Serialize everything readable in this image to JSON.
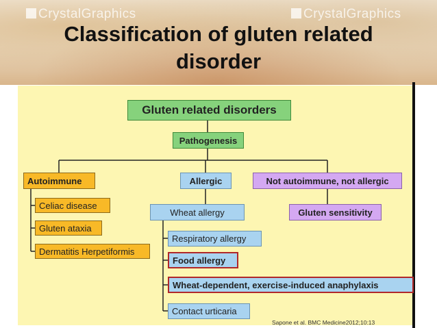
{
  "slide": {
    "title": "Classification of gluten related disorder",
    "watermark_left": "CrystalGraphics",
    "watermark_right": "CrystalGraphics",
    "citation": "Sapone et al. BMC Medicine2012;10:13"
  },
  "diagram": {
    "root": "Gluten related disorders",
    "pathogenesis": "Pathogenesis",
    "branches": {
      "autoimmune": {
        "label": "Autoimmune",
        "children": [
          "Celiac disease",
          "Gluten ataxia",
          "Dermatitis Herpetiformis"
        ]
      },
      "allergic": {
        "label": "Allergic",
        "sub": "Wheat allergy",
        "children": [
          "Respiratory allergy",
          "Food allergy",
          "Wheat-dependent, exercise-induced anaphylaxis",
          "Contact urticaria"
        ]
      },
      "neither": {
        "label": "Not autoimmune, not allergic",
        "child": "Gluten sensitivity"
      }
    }
  },
  "colors": {
    "panel": "#fdf6b2",
    "root_green": "#86d27c",
    "autoimmune_orange": "#f8b927",
    "allergic_blue": "#a9d3f0",
    "neither_lilac": "#d4a8f2",
    "highlight_red": "#b0282a"
  },
  "icons": [
    "crystalgraphics-logo-icon"
  ]
}
